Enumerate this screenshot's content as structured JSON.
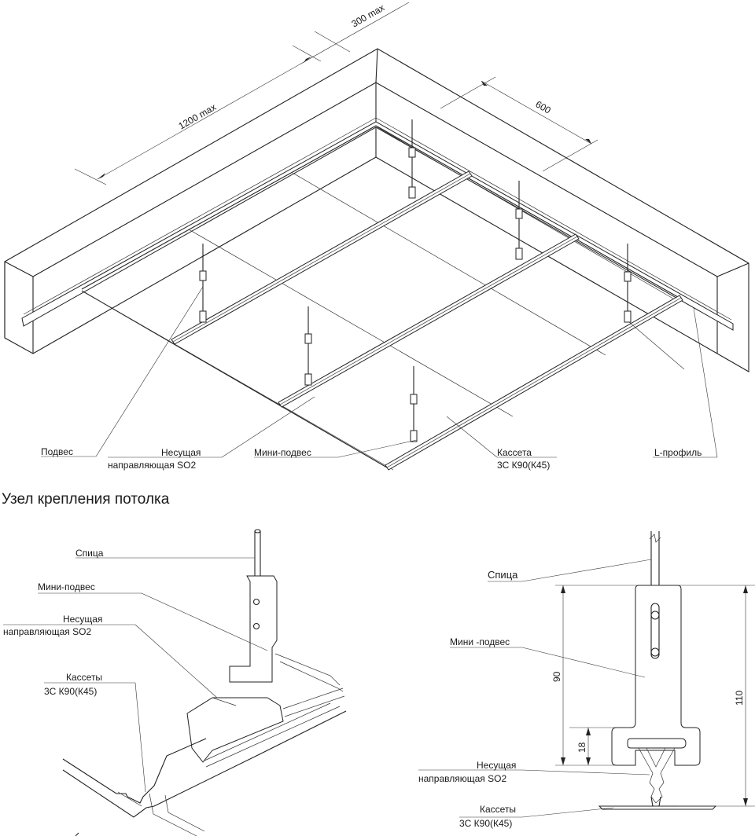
{
  "section_title": "Узел крепления потолка",
  "dimensions": {
    "span_1200": "1200 max",
    "span_300": "300 max",
    "span_600": "600",
    "height_90": "90",
    "height_18": "18",
    "height_110": "110"
  },
  "top_labels": {
    "hanger": "Подвес",
    "carrier_line1": "Несущая",
    "carrier_line2": "направляющая SO2",
    "mini_hanger": "Мини-подвес",
    "cassette_line1": "Кассета",
    "cassette_line2": "3С К90(К45)",
    "l_profile": "L-профиль"
  },
  "left_detail_labels": {
    "rod": "Спица",
    "mini_hanger": "Мини-подвес",
    "carrier_line1": "Несущая",
    "carrier_line2": "направляющая SO2",
    "cassettes_line1": "Кассеты",
    "cassettes_line2": "3С К90(К45)"
  },
  "right_detail_labels": {
    "rod": "Спица",
    "mini_hanger": "Мини -подвес",
    "carrier_line1": "Несущая",
    "carrier_line2": "направляющая SO2",
    "cassettes_line1": "Кассеты",
    "cassettes_line2": "3С К90(К45)"
  }
}
